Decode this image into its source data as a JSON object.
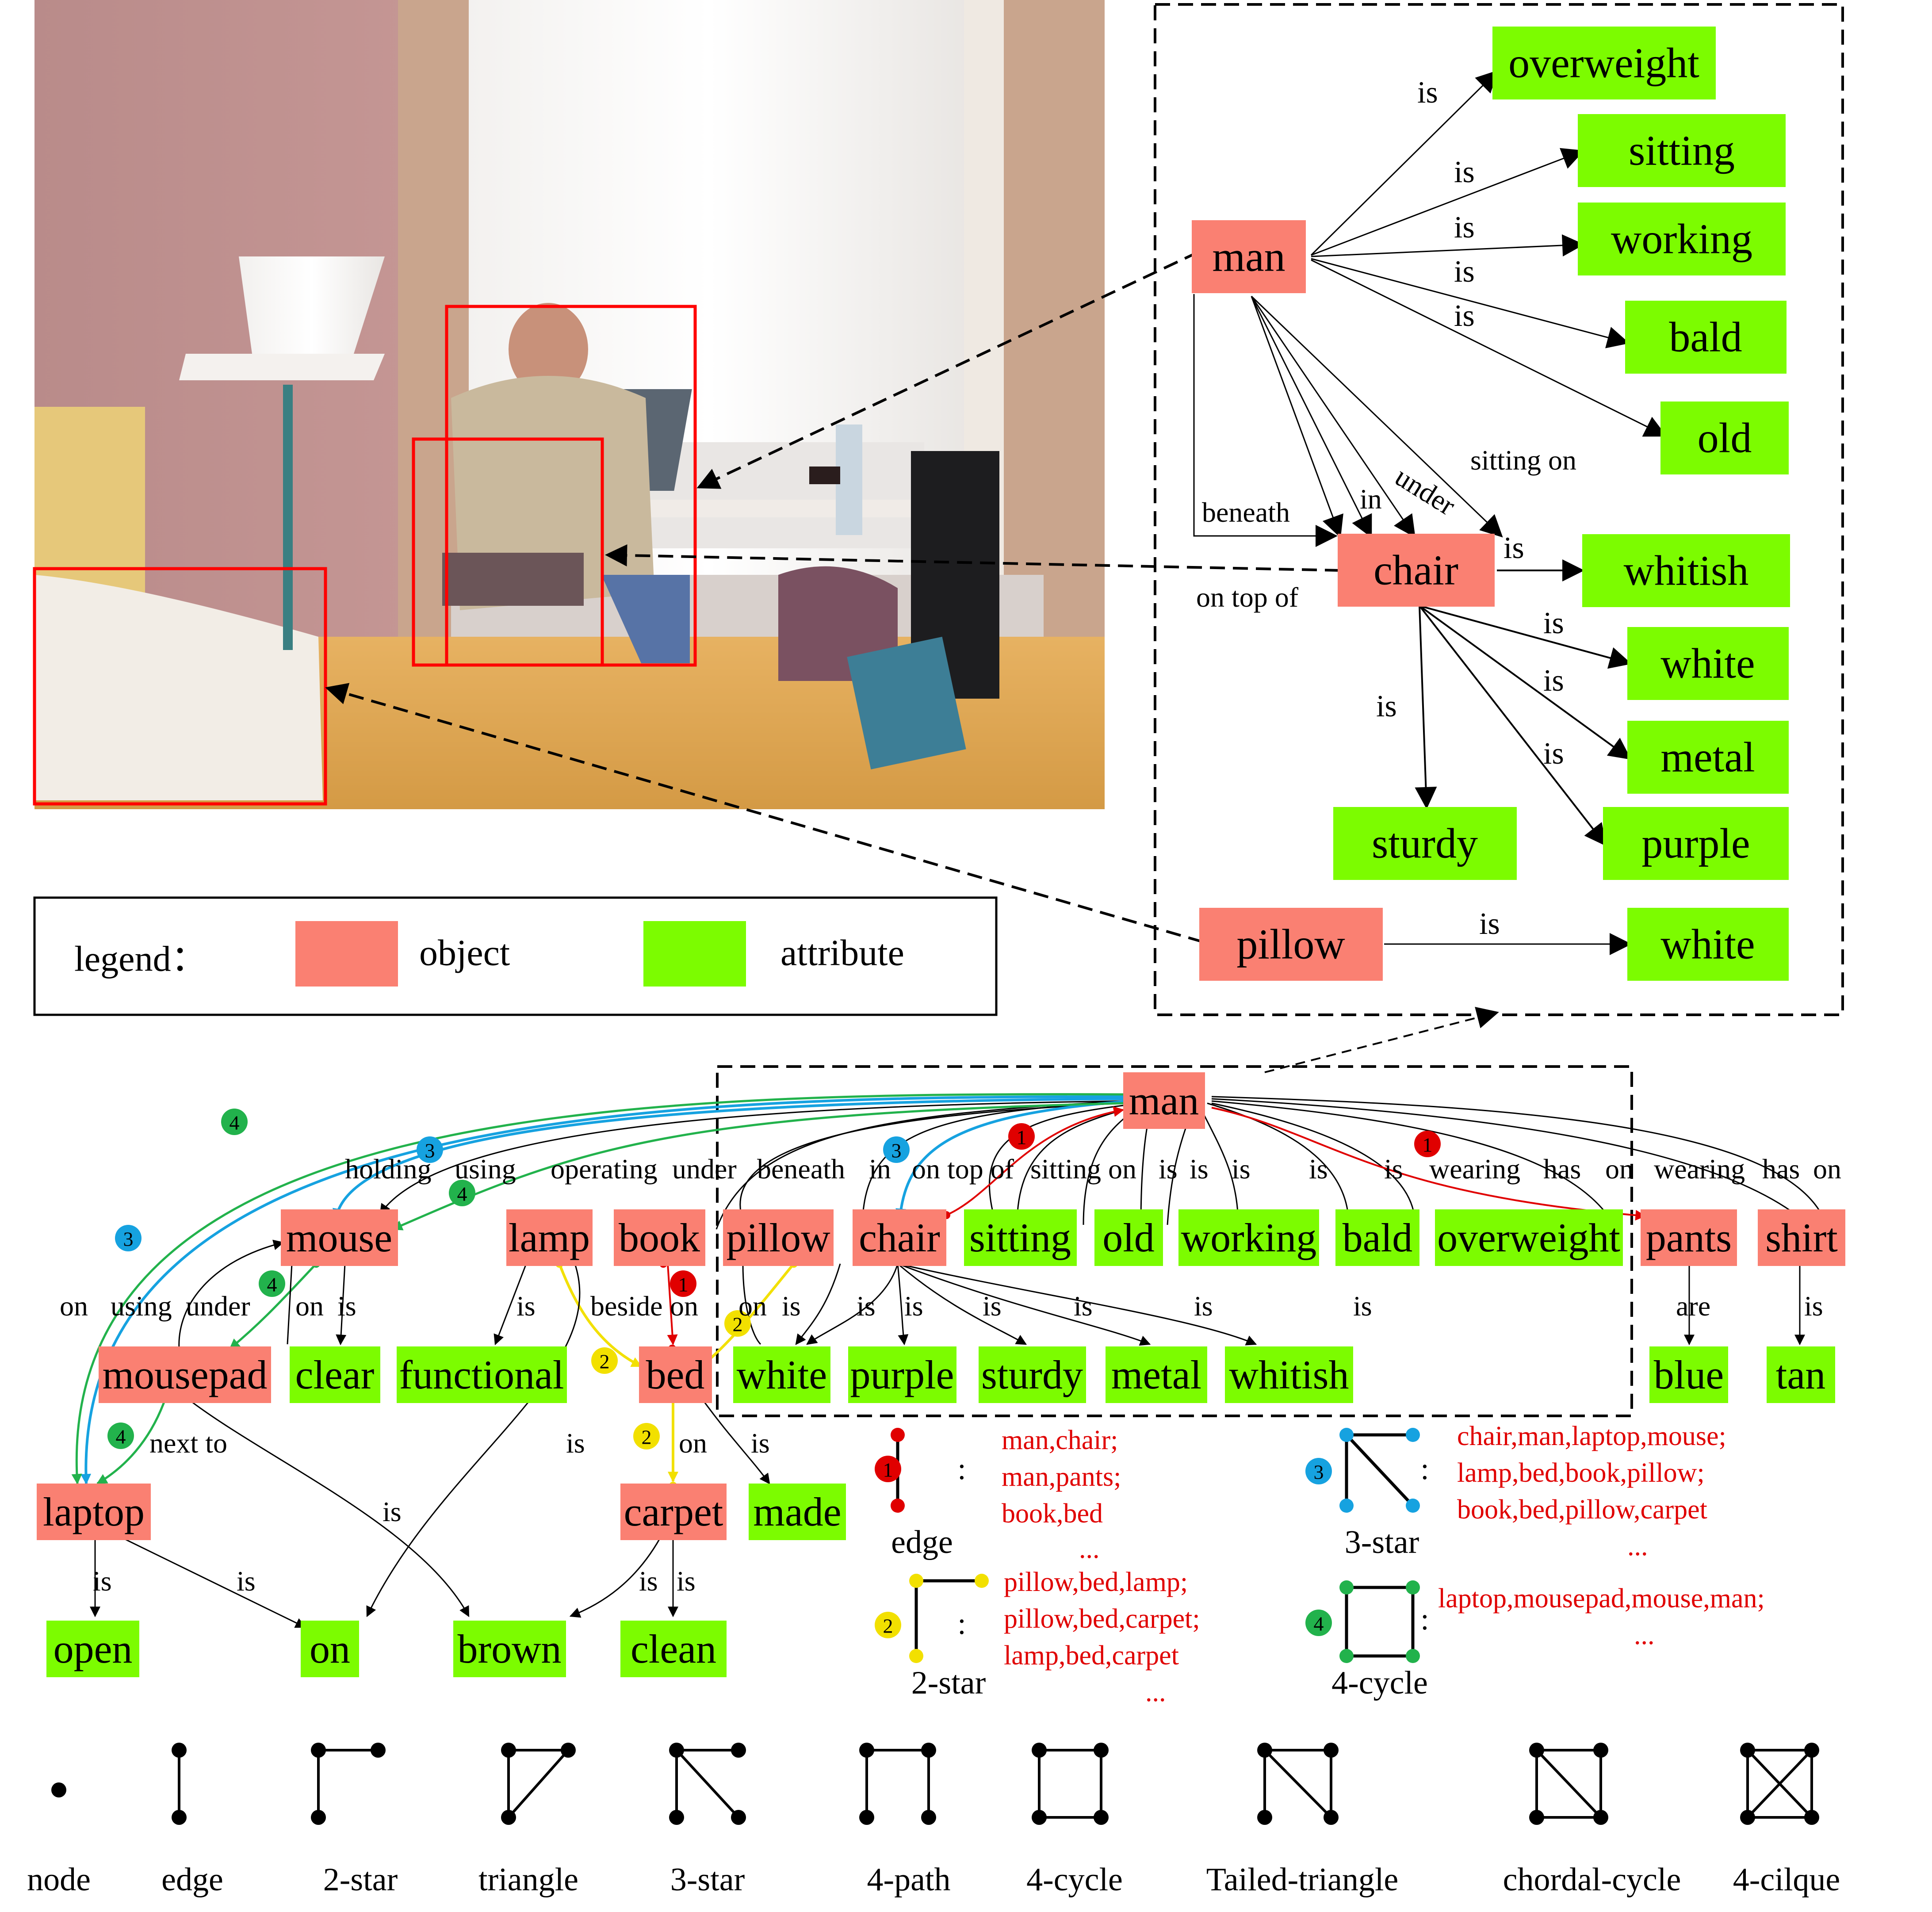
{
  "legend": {
    "title": "legend：",
    "object": "object",
    "attribute": "attribute",
    "object_color": "#fa8072",
    "attribute_color": "#7cfc00"
  },
  "top_graph": {
    "objects": [
      "man",
      "chair",
      "pillow"
    ],
    "attributes": [
      "overweight",
      "sitting",
      "working",
      "bald",
      "old",
      "whitish",
      "white",
      "metal",
      "sturdy",
      "purple",
      "white"
    ],
    "edge_labels": [
      "is",
      "is",
      "is",
      "is",
      "is",
      "sitting on",
      "under",
      "in",
      "beneath",
      "on top of",
      "is",
      "is",
      "is",
      "is",
      "is",
      "is"
    ]
  },
  "bottom_graph": {
    "objects": [
      "man",
      "mouse",
      "lamp",
      "book",
      "pillow",
      "chair",
      "pants",
      "shirt",
      "mousepad",
      "bed",
      "laptop",
      "carpet"
    ],
    "attributes": [
      "sitting",
      "old",
      "working",
      "bald",
      "overweight",
      "clear",
      "functional",
      "white",
      "purple",
      "sturdy",
      "metal",
      "whitish",
      "blue",
      "tan",
      "made",
      "open",
      "on",
      "brown",
      "clean"
    ],
    "edge_labels": [
      "holding",
      "using",
      "operating",
      "under",
      "beneath",
      "in",
      "on top of",
      "sitting on",
      "is",
      "is",
      "is",
      "is",
      "is",
      "wearing",
      "has",
      "on",
      "wearing",
      "has",
      "on",
      "on",
      "using",
      "under",
      "on",
      "is",
      "is",
      "beside",
      "on",
      "on",
      "is",
      "is",
      "is",
      "is",
      "is",
      "is",
      "is",
      "are",
      "is",
      "next to",
      "is",
      "is",
      "on",
      "is",
      "is",
      "is",
      "is",
      "is"
    ]
  },
  "motif_examples": {
    "edge": {
      "name": "edge",
      "list": [
        "man,chair;",
        "man,pants;",
        "book,bed",
        "..."
      ]
    },
    "two_star": {
      "name": "2-star",
      "list": [
        "pillow,bed,lamp;",
        "pillow,bed,carpet;",
        "lamp,bed,carpet",
        "..."
      ]
    },
    "three_star": {
      "name": "3-star",
      "list": [
        "chair,man,laptop,mouse;",
        "lamp,bed,book,pillow;",
        "book,bed,pillow,carpet",
        "..."
      ]
    },
    "four_cycle": {
      "name": "4-cycle",
      "list": [
        "laptop,mousepad,mouse,man;",
        "..."
      ]
    }
  },
  "motif_badges": [
    "1",
    "2",
    "3",
    "4"
  ],
  "motif_colors": {
    "1": "#e00000",
    "2": "#f2e000",
    "3": "#16a2e0",
    "4": "#22b24c"
  },
  "motif_row": [
    "node",
    "edge",
    "2-star",
    "triangle",
    "3-star",
    "4-path",
    "4-cycle",
    "Tailed-triangle",
    "chordal-cycle",
    "4-cilque"
  ]
}
